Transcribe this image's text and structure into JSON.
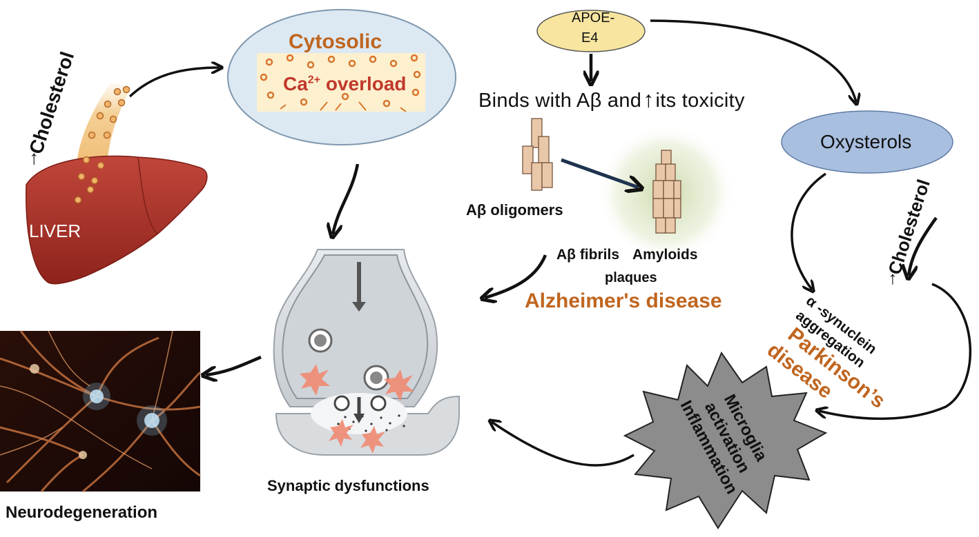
{
  "liver": {
    "label": "LIVER",
    "cholesterol_label": "Cholesterol",
    "up_arrow": "↑"
  },
  "calcium": {
    "title": "Cytosolic",
    "overload_prefix": "Ca",
    "overload_sup": "2+",
    "overload_suffix": " overload"
  },
  "apoe": {
    "line1": "APOE-",
    "line2": "E4"
  },
  "binds": {
    "text_before": "Binds with Aβ and",
    "up_arrow": "↑",
    "text_after": "its toxicity"
  },
  "oxysterols": {
    "label": "Oxysterols"
  },
  "amyloid": {
    "oligomers": "Aβ oligomers",
    "fibrils": "Aβ fibrils",
    "amyloids": "Amyloids",
    "plaques": "plaques",
    "disease": "Alzheimer's disease"
  },
  "parkinson": {
    "cholesterol_label": "Cholesterol",
    "synuclein_line1": "α -synuclein",
    "synuclein_line2": "aggregation",
    "disease_line1": "Parkinson’s",
    "disease_line2": "disease"
  },
  "microglia": {
    "line1": "Microglia",
    "line2": "activation",
    "line3": "Inflammation"
  },
  "synapse": {
    "label": "Synaptic dysfunctions"
  },
  "neuro": {
    "label": "Neurodegeneration"
  },
  "colors": {
    "accent_orange": "#c0651f",
    "liver_red": "#a52a22",
    "calcium_bubble": "#dce9f3",
    "oxysterols": "#a9bfdf",
    "apoe": "#f7e5a0",
    "star_gray": "#8c8c8c"
  }
}
